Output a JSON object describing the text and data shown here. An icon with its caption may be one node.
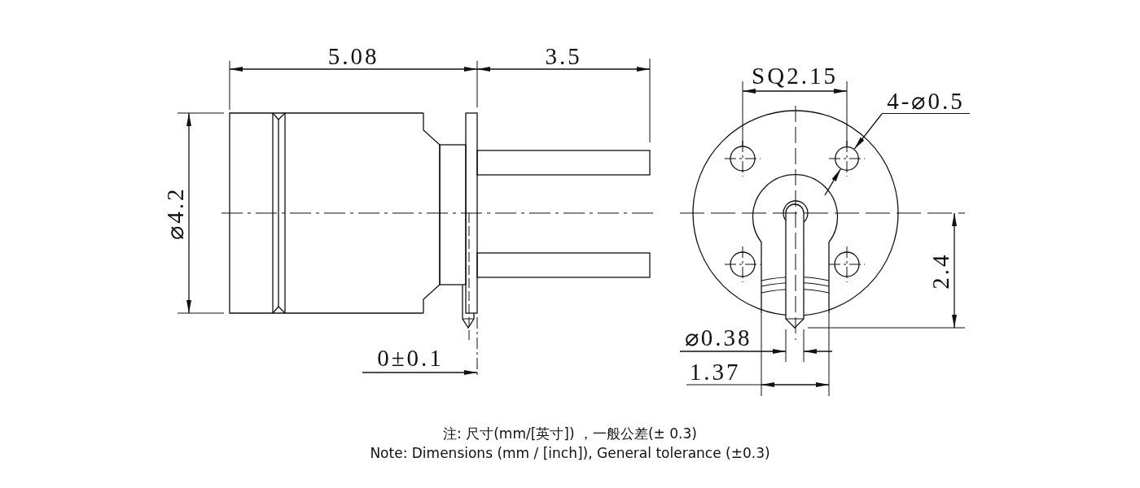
{
  "diagram": {
    "nodes": [
      {
        "text": [
          "4-⌀0.5"
        ]
      },
      {
        "text": [],
        "shape": "circle"
      }
    ],
    "edges": [
      {
        "from": 0,
        "to": 1,
        "arrow": "to"
      },
      {
        "from": null,
        "to": 1,
        "arrow": "to"
      }
    ],
    "labels": [
      "5.08",
      "3.5",
      "⌀4.2",
      "0±0.1",
      "SQ2.15",
      "2.4",
      "⌀0.38",
      "1.37",
      "注: 尺寸(mm/[英寸]) ，一般公差(± 0.3)",
      "Note: Dimensions (mm / [inch]), General tolerance (±0.3)"
    ]
  }
}
